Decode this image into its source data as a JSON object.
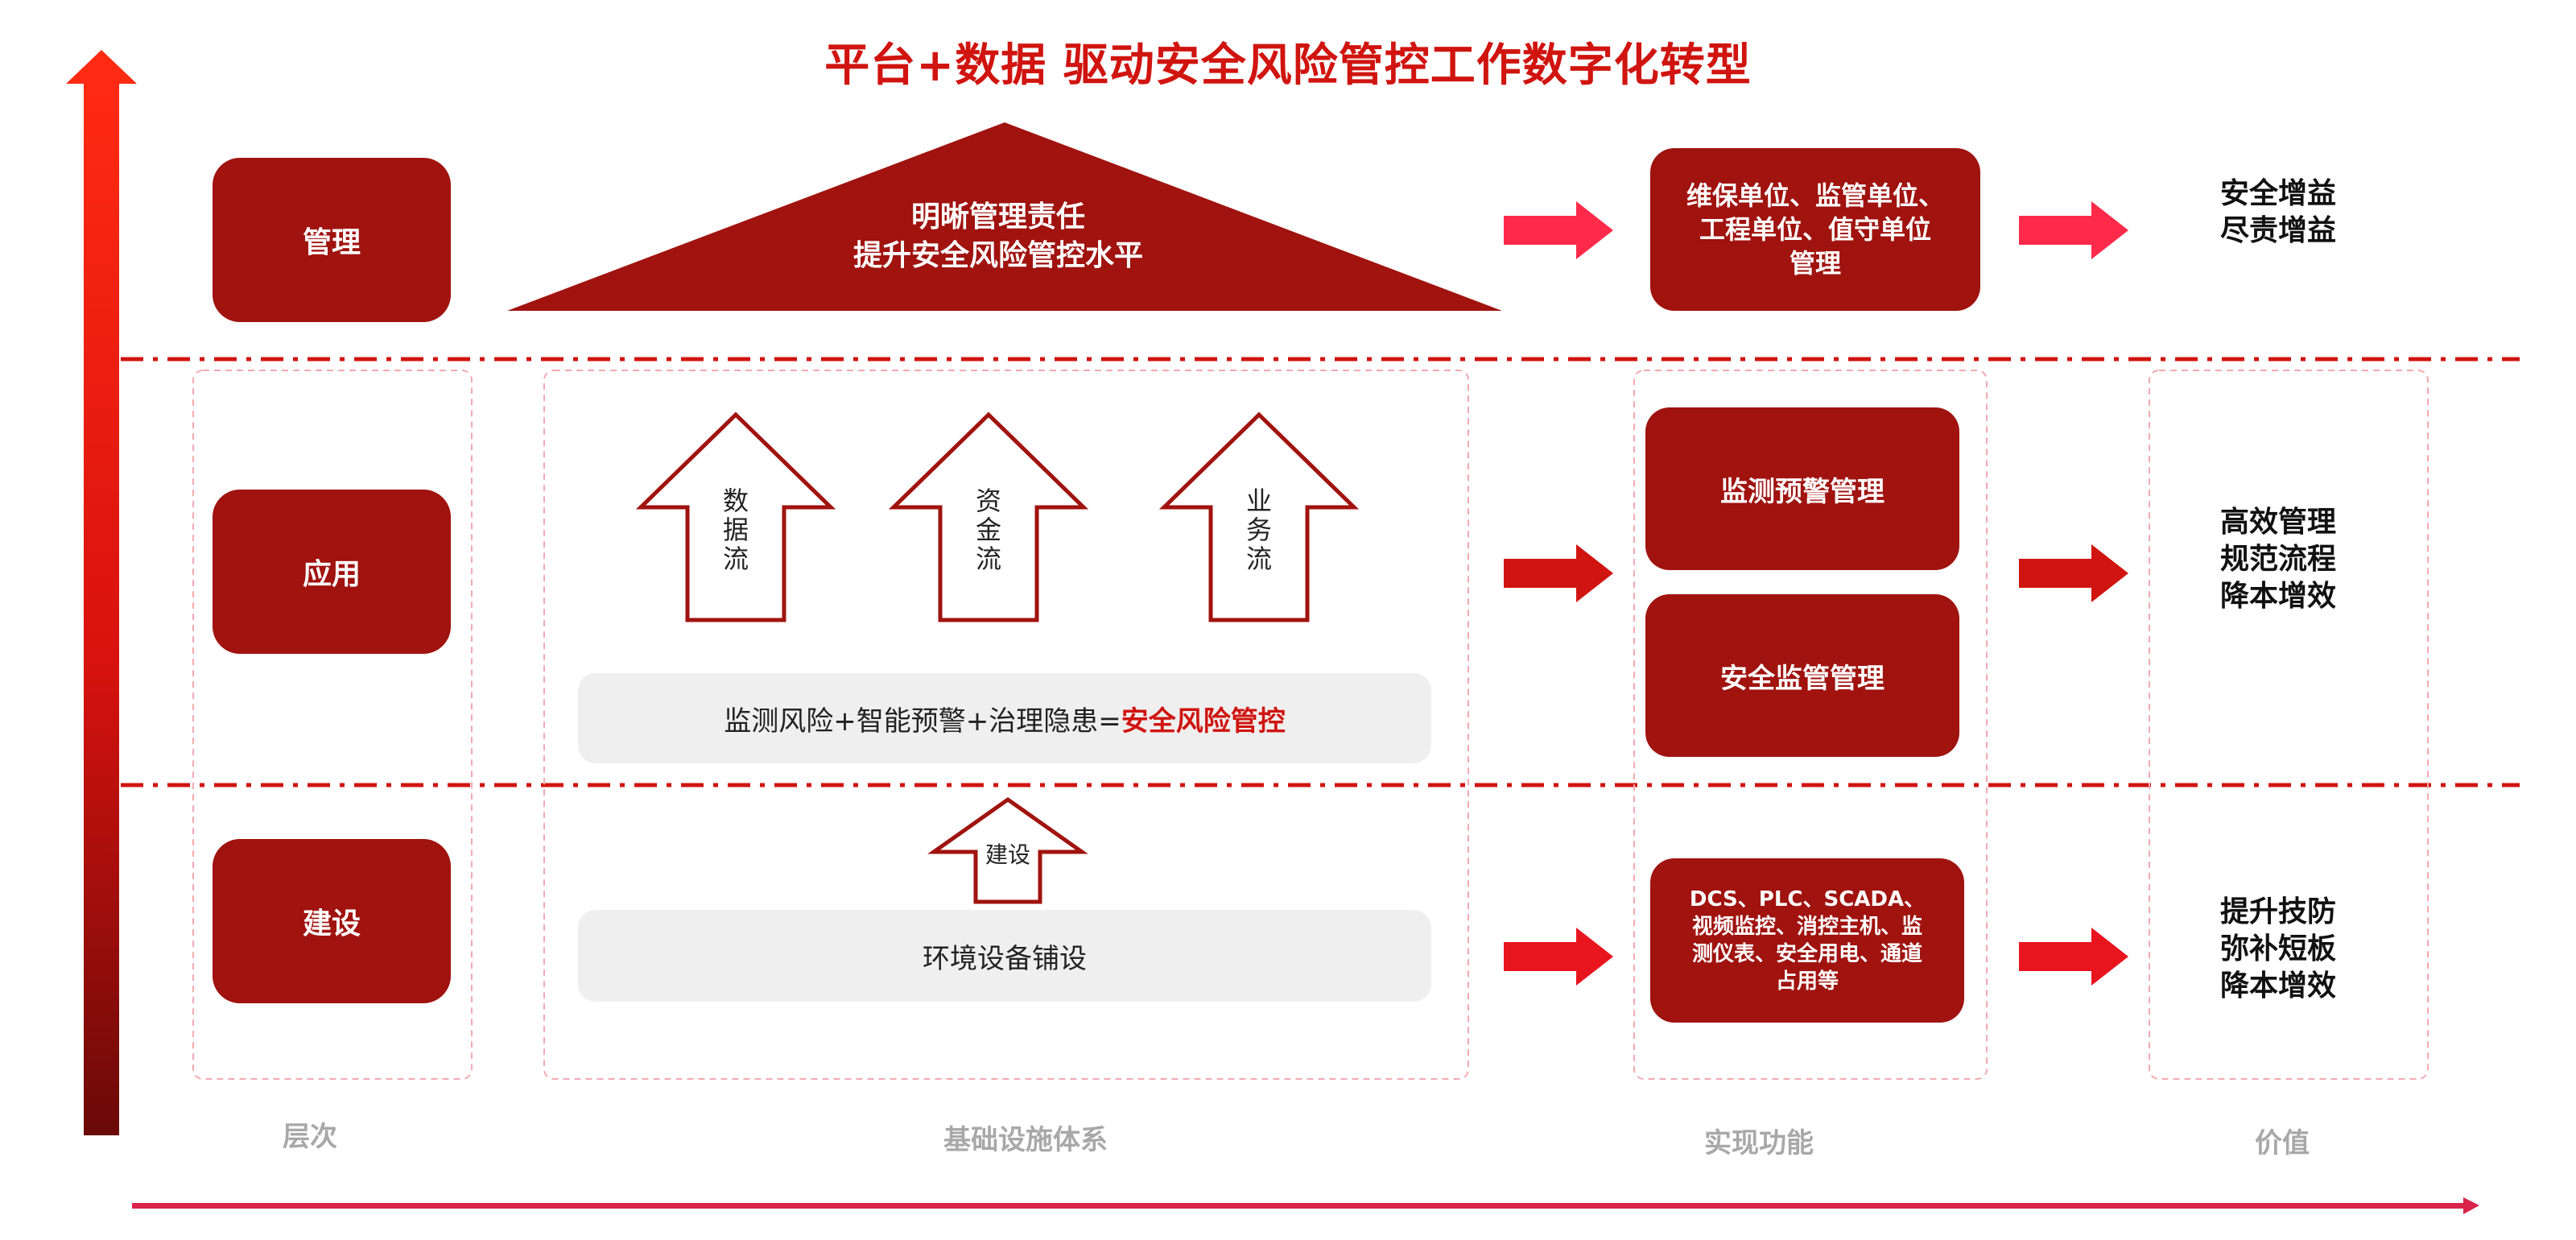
{
  "title": "平台+数据 驱动安全风险管控工作数字化转型",
  "colors": {
    "dark_red": "#a0130f",
    "bright_red": "#e8151f",
    "pink": "#ff2a4a",
    "gray_bar": "#efefef",
    "label_gray": "#a8a8a8"
  },
  "layers": {
    "management": "管理",
    "application": "应用",
    "construction": "建设"
  },
  "roof": {
    "line1": "明晰管理责任",
    "line2": "提升安全风险管控水平"
  },
  "flows": {
    "data": "数\n据\n流",
    "capital": "资\n金\n流",
    "business": "业\n务\n流",
    "build": "建设"
  },
  "bars": {
    "formula_prefix": "监测风险+智能预警+治理隐患=",
    "formula_highlight": "安全风险管控",
    "environment": "环境设备铺设"
  },
  "functions": {
    "units": "维保单位、监管单位、\n工程单位、值守单位\n管理",
    "monitor_warning": "监测预警管理",
    "safety_supervision": "安全监管管理",
    "devices": "DCS、PLC、SCADA、\n视频监控、消控主机、监\n测仪表、安全用电、通道\n占用等"
  },
  "values": {
    "management": "安全增益\n尽责增益",
    "application": "高效管理\n规范流程\n降本增效",
    "construction": "提升技防\n弥补短板\n降本增效"
  },
  "column_labels": {
    "layer": "层次",
    "infrastructure": "基础设施体系",
    "function": "实现功能",
    "value": "价值"
  }
}
